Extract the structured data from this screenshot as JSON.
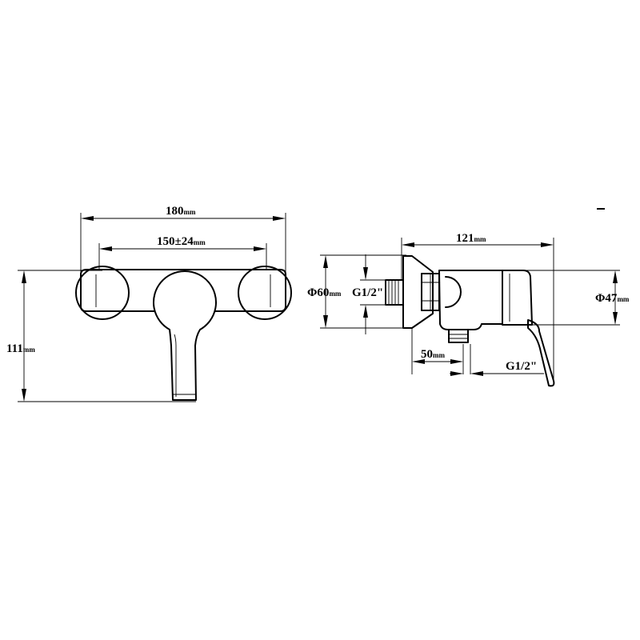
{
  "dimensions": {
    "front_width": {
      "value": "180",
      "unit": "mm"
    },
    "front_spacing": {
      "value": "150±24",
      "unit": "mm"
    },
    "front_height": {
      "value": "111",
      "unit": "mm"
    },
    "side_depth": {
      "value": "121",
      "unit": "mm"
    },
    "wall_flange_diameter": {
      "value": "Φ60",
      "unit": "mm"
    },
    "inlet_thread": {
      "value": "G1/2\"",
      "unit": ""
    },
    "body_diameter": {
      "value": "Φ47",
      "unit": "mm"
    },
    "outlet_offset": {
      "value": "50",
      "unit": "mm"
    },
    "outlet_thread": {
      "value": "G1/2\"",
      "unit": ""
    }
  }
}
